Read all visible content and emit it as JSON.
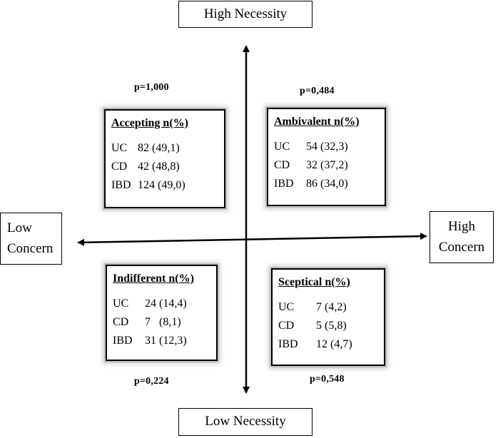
{
  "axes": {
    "top": "High Necessity",
    "bottom": "Low Necessity",
    "left": [
      "Low",
      "Concern"
    ],
    "right": [
      "High",
      "Concern"
    ]
  },
  "p_values": {
    "top_left": "p=1,000",
    "top_right": "p=0,484",
    "bottom_left": "p=0,224",
    "bottom_right": "p=0,548"
  },
  "quadrants": {
    "accepting": {
      "title": "Accepting  n(%)",
      "rows": [
        {
          "group": "UC",
          "value": "82 (49,1)"
        },
        {
          "group": "CD",
          "value": "42 (48,8)"
        },
        {
          "group": "IBD",
          "value": "124 (49,0)"
        }
      ]
    },
    "ambivalent": {
      "title": "Ambivalent  n(%)",
      "rows": [
        {
          "group": "UC",
          "value": "54 (32,3)"
        },
        {
          "group": "CD",
          "value": "32 (37,2)"
        },
        {
          "group": "IBD",
          "value": "86 (34,0)"
        }
      ]
    },
    "indifferent": {
      "title": "Indifferent n(%)",
      "rows": [
        {
          "group": "UC",
          "value": "24 (14,4)"
        },
        {
          "group": "CD",
          "value": "7   (8,1)"
        },
        {
          "group": "IBD",
          "value": "31 (12,3)"
        }
      ]
    },
    "sceptical": {
      "title": "Sceptical  n(%)",
      "rows": [
        {
          "group": "UC",
          "value": "7 (4,2)"
        },
        {
          "group": "CD",
          "value": "5 (5,8)"
        },
        {
          "group": "IBD",
          "value": "12 (4,7)"
        }
      ]
    }
  }
}
